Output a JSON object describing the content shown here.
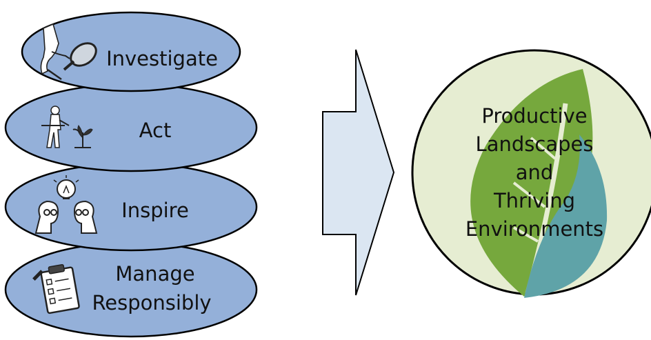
{
  "steps": [
    {
      "label": "Investigate",
      "icon": "magnifying-glass-hand-icon"
    },
    {
      "label": "Act",
      "icon": "person-planting-icon"
    },
    {
      "label": "Inspire",
      "icon": "lightbulb-people-icon"
    },
    {
      "label_line1": "Manage",
      "label_line2": "Responsibly",
      "icon": "clipboard-checklist-icon"
    }
  ],
  "goal": {
    "lines": [
      "Productive",
      "Landscapes",
      "and",
      "Thriving",
      "Environments"
    ]
  },
  "colors": {
    "ellipse_fill": "#94b0d9",
    "ellipse_stroke": "#000000",
    "arrow_fill": "#dbe6f2",
    "circle_fill": "#e6edd2",
    "leaf_green": "#76a83d",
    "leaf_teal": "#5fa3a8"
  }
}
